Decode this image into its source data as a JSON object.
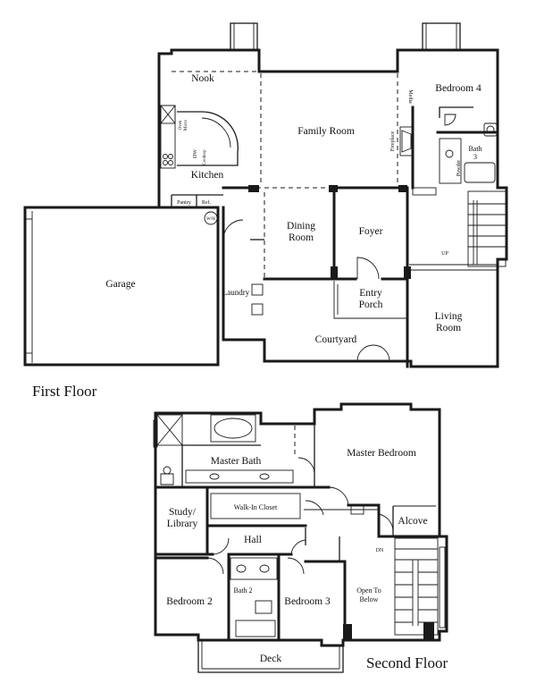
{
  "floors": {
    "first": {
      "title": "First Floor",
      "rooms": {
        "nook": "Nook",
        "family_room": "Family Room",
        "bedroom4": "Bedroom 4",
        "kitchen": "Kitchen",
        "garage": "Garage",
        "dining_room_1": "Dining",
        "dining_room_2": "Room",
        "foyer": "Foyer",
        "laundry": "Laundry",
        "entry_porch_1": "Entry",
        "entry_porch_2": "Porch",
        "living_room_1": "Living",
        "living_room_2": "Room",
        "courtyard": "Courtyard",
        "bath3_1": "Bath",
        "bath3_2": "3"
      },
      "fixtures": {
        "media": "Media",
        "fireplace": "Fireplace",
        "powder": "Powder",
        "pantry": "Pantry",
        "ref": "Ref.",
        "wh": "W/H",
        "up": "UP",
        "dw": "DW",
        "oven": "Oven",
        "cooktop": "Cooktop",
        "micro": "Micro"
      }
    },
    "second": {
      "title": "Second Floor",
      "rooms": {
        "master_bath": "Master Bath",
        "master_bedroom": "Master Bedroom",
        "study_1": "Study/",
        "study_2": "Library",
        "walkin": "Walk-In Closet",
        "alcove": "Alcove",
        "hall": "Hall",
        "bedroom2": "Bedroom 2",
        "bath2": "Bath 2",
        "bedroom3": "Bedroom 3",
        "open_below_1": "Open To",
        "open_below_2": "Below",
        "deck": "Deck",
        "dn": "DN"
      }
    }
  }
}
